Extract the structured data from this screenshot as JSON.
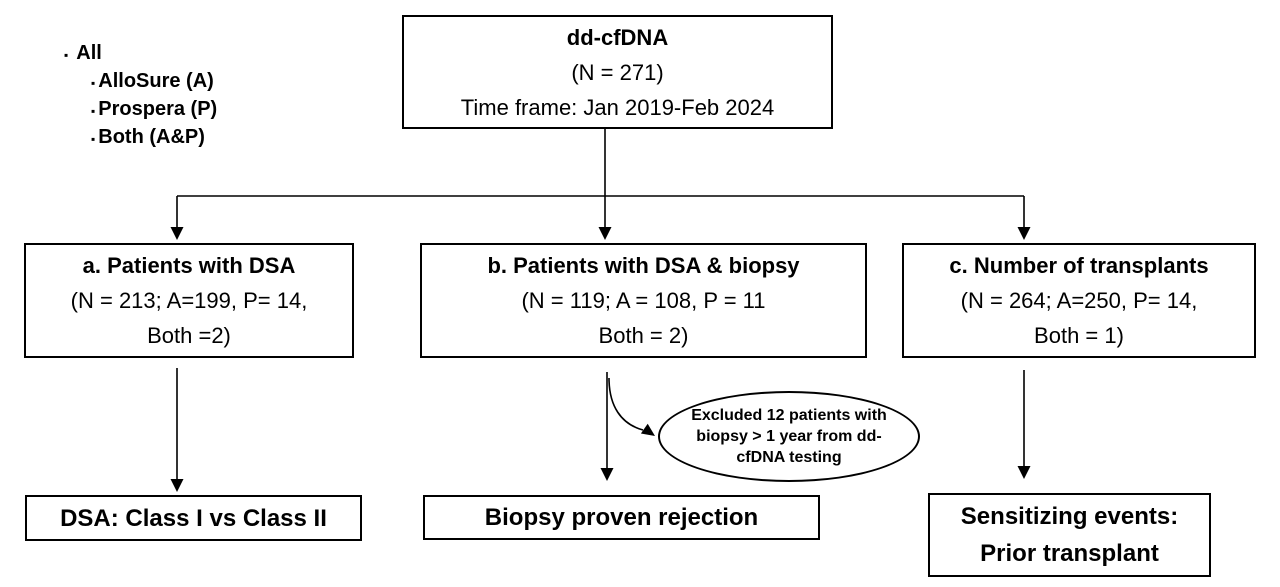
{
  "colors": {
    "background": "#ffffff",
    "line": "#000000",
    "text": "#000000",
    "box_border": "#000000"
  },
  "legend": {
    "bullet": "▪",
    "items": [
      {
        "label": "All"
      },
      {
        "label": "AlloSure (A)"
      },
      {
        "label": "Prospera (P)"
      },
      {
        "label": "Both (A&P)"
      }
    ]
  },
  "root": {
    "title": "dd-cfDNA",
    "line2": "(N = 271)",
    "line3": "Time frame: Jan 2019-Feb 2024"
  },
  "branches": [
    {
      "title": "a. Patients with DSA",
      "line2": "(N = 213; A=199, P= 14,",
      "line3": "Both =2)"
    },
    {
      "title": "b. Patients with DSA & biopsy",
      "line2": "(N = 119; A = 108, P = 11",
      "line3": "Both = 2)"
    },
    {
      "title": "c. Number of transplants",
      "line2": "(N = 264; A=250, P= 14,",
      "line3": "Both = 1)"
    }
  ],
  "exclusion": {
    "line1": "Excluded 12 patients with",
    "line2": "biopsy > 1 year from dd-",
    "line3": "cfDNA testing"
  },
  "outcomes": [
    {
      "lines": [
        "DSA: Class I vs Class II"
      ]
    },
    {
      "lines": [
        "Biopsy proven rejection"
      ]
    },
    {
      "lines": [
        "Sensitizing events:",
        "Prior transplant"
      ]
    }
  ]
}
